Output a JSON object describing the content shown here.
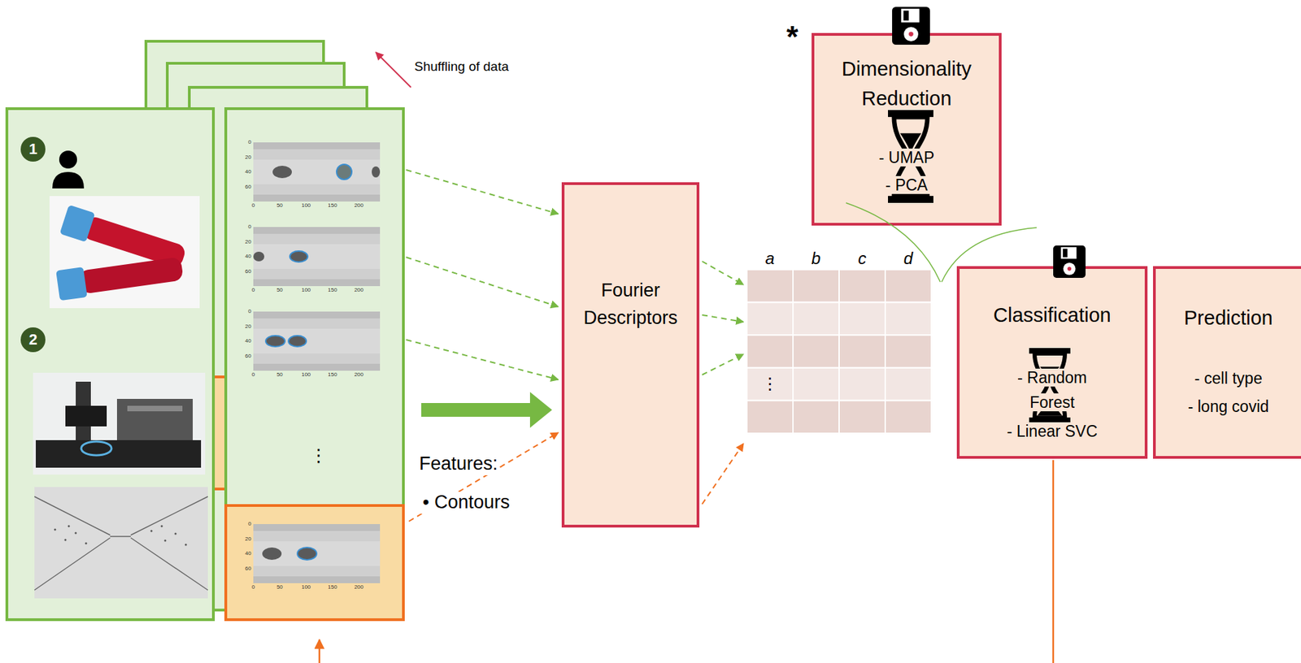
{
  "diagram": {
    "nodes": [
      {
        "text": [
          "1"
        ]
      },
      {
        "text": [
          "2"
        ]
      },
      {
        "text": [
          "Fourier Descriptors"
        ]
      },
      {
        "text": [
          "Dimensionality Reduction",
          "- UMAP",
          "- PCA"
        ]
      },
      {
        "text": [
          "Classification",
          "- Random Forest",
          "- Linear SVC"
        ]
      },
      {
        "text": [
          "Prediction",
          "- cell type",
          "- long covid"
        ]
      }
    ],
    "labels": [
      "Shuffling of data",
      "0",
      "20",
      "40",
      "60",
      "0",
      "50",
      "100",
      "150",
      "200",
      "0",
      "20",
      "40",
      "60",
      "0",
      "50",
      "100",
      "150",
      "200",
      "0",
      "20",
      "40",
      "60",
      "0",
      "50",
      "100",
      "150",
      "200",
      "0",
      "20",
      "40",
      "60",
      "0",
      "50",
      "100",
      "150",
      "200",
      "⋮",
      "Features:",
      "• Contours",
      "*",
      "a",
      "b",
      "c",
      "d",
      "⋮"
    ]
  }
}
